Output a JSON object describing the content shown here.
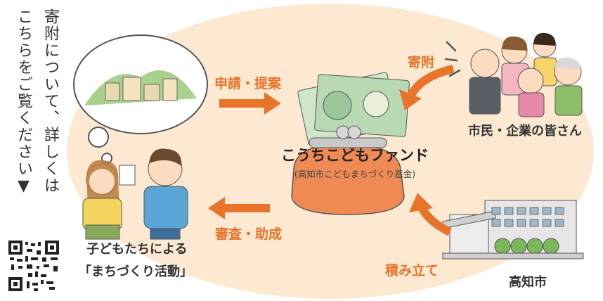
{
  "side_note": {
    "line1": "寄附について、詳しくは",
    "line2": "こちらをご覧ください▼"
  },
  "center": {
    "title": "こうちこどもファンド",
    "subtitle": "(高知市こどもまちづくり基金)"
  },
  "arrows": {
    "apply": "申請・提案",
    "donate": "寄附",
    "review": "審査・助成",
    "accumulate": "積み立て"
  },
  "nodes": {
    "citizens": "市民・企業の皆さん",
    "kids_line1": "子どもたちによる",
    "kids_line2": "「まちづくり活動」",
    "city": "高知市"
  },
  "colors": {
    "oval": "#fde9d1",
    "arrow": "#e8732a",
    "purse": "#f08a54"
  }
}
